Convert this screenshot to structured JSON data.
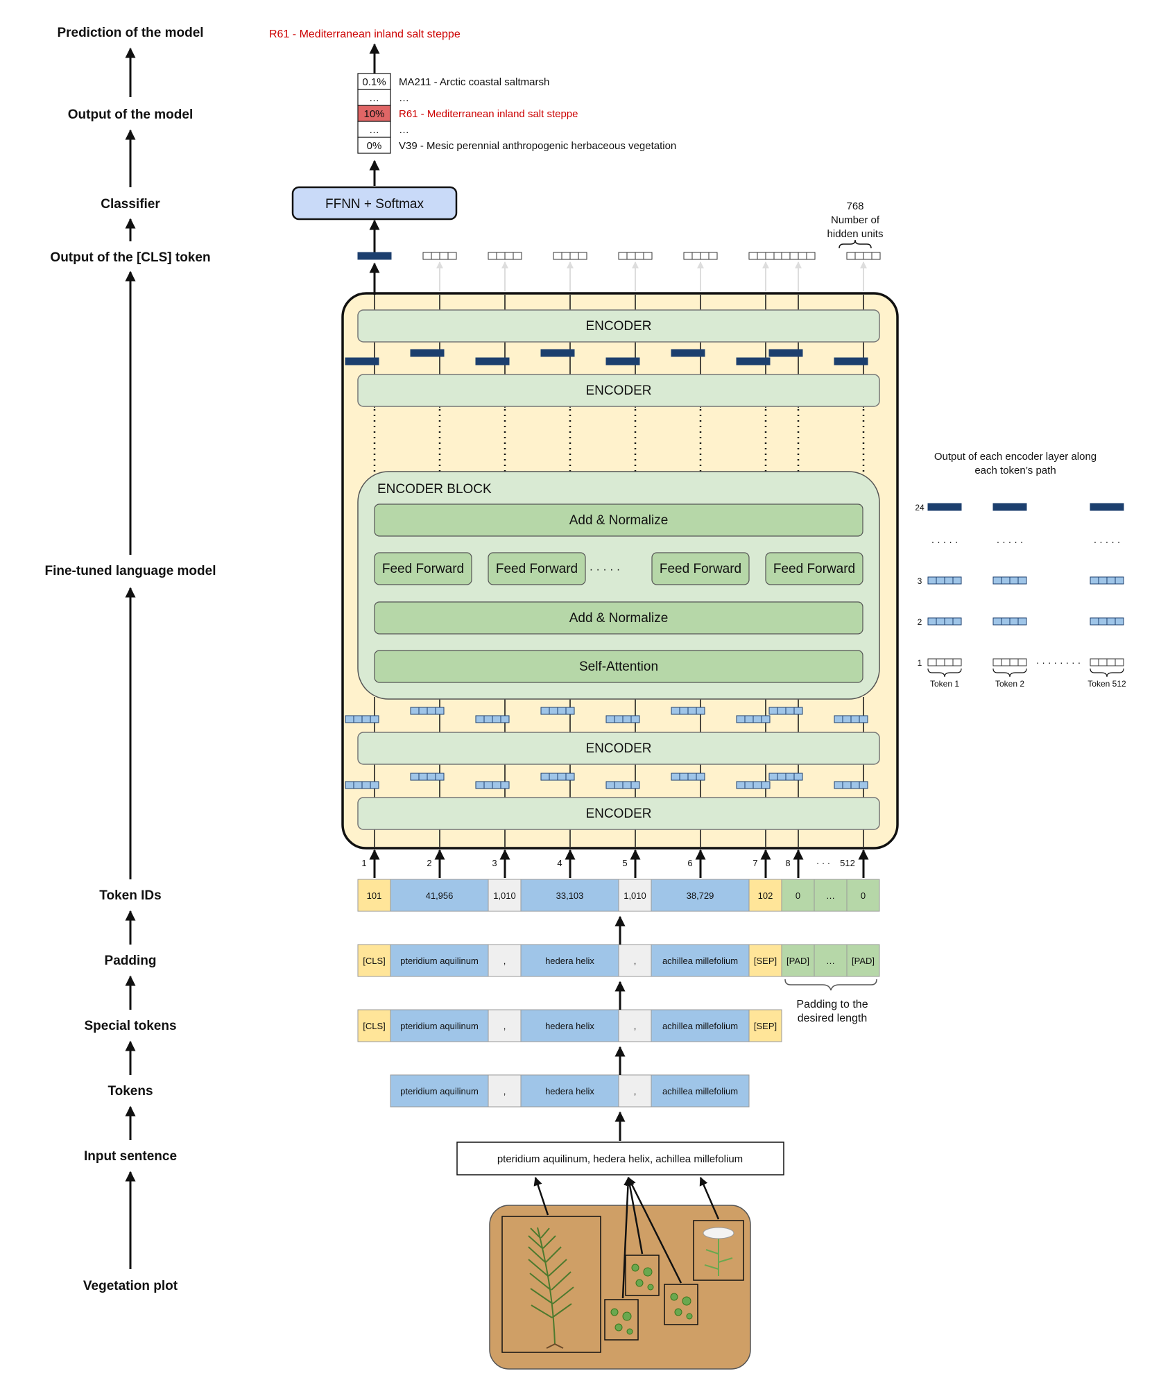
{
  "stages": [
    "Prediction of the model",
    "Output of the model",
    "Classifier",
    "Output of the [CLS] token",
    "Fine-tuned language model",
    "Token IDs",
    "Padding",
    "Special tokens",
    "Tokens",
    "Input sentence",
    "Vegetation plot"
  ],
  "prediction": "R61 - Mediterranean inland salt steppe",
  "outputs": [
    {
      "pct": "0.1%",
      "label": "MA211 - Arctic coastal saltmarsh",
      "highlight": false
    },
    {
      "pct": "…",
      "label": "…",
      "highlight": false
    },
    {
      "pct": "10%",
      "label": "R61 - Mediterranean inland salt steppe",
      "highlight": true
    },
    {
      "pct": "…",
      "label": "…",
      "highlight": false
    },
    {
      "pct": "0%",
      "label": "V39 - Mesic perennial anthropogenic herbaceous vegetation",
      "highlight": false
    }
  ],
  "classifier": "FFNN + Softmax",
  "hidden_units": {
    "count": "768",
    "line1": "Number of",
    "line2": "hidden units"
  },
  "encoder_label": "ENCODER",
  "encoder_block": {
    "title": "ENCODER BLOCK",
    "add_normalize": "Add & Normalize",
    "feed_forward": "Feed Forward",
    "ellipsis": "· · · · ·",
    "self_attention": "Self-Attention"
  },
  "positions": [
    "1",
    "2",
    "3",
    "4",
    "5",
    "6",
    "7",
    "8",
    "· · ·",
    "512"
  ],
  "token_ids": [
    "101",
    "41,956",
    "1,010",
    "33,103",
    "1,010",
    "38,729",
    "102",
    "0",
    "…",
    "0"
  ],
  "padding_tokens": [
    "[CLS]",
    "pteridium aquilinum",
    ",",
    "hedera helix",
    ",",
    "achillea millefolium",
    "[SEP]",
    "[PAD]",
    "…",
    "[PAD]"
  ],
  "special_tokens": [
    "[CLS]",
    "pteridium aquilinum",
    ",",
    "hedera helix",
    ",",
    "achillea millefolium",
    "[SEP]"
  ],
  "tokens": [
    "pteridium aquilinum",
    ",",
    "hedera helix",
    ",",
    "achillea millefolium"
  ],
  "padding_note": {
    "line1": "Padding to the",
    "line2": "desired length"
  },
  "input_sentence": "pteridium aquilinum, hedera helix, achillea millefolium",
  "legend": {
    "title1": "Output of each encoder layer along",
    "title2": "each token’s path",
    "layers": [
      "24",
      "3",
      "2",
      "1"
    ],
    "dots": "· · · · ·",
    "row_dots": "· · · · · · · ·",
    "tokens": [
      "Token 1",
      "Token 2",
      "Token 512"
    ]
  },
  "colors": {
    "cls_sep": "#ffe599",
    "word": "#9fc5e8",
    "comma": "#efefef",
    "pad": "#b6d7a8",
    "encoder_fill": "#d9ead3",
    "block_inner": "#b6d7a8",
    "model_fill": "#fff2cc",
    "classifier_fill": "#c9daf8",
    "dark_vec": "#1c3f6e",
    "light_vec": "#9fc5e8",
    "highlight_pct": "#e06666",
    "prediction_text": "#cc0000",
    "plot_fill": "#cf9f66"
  }
}
